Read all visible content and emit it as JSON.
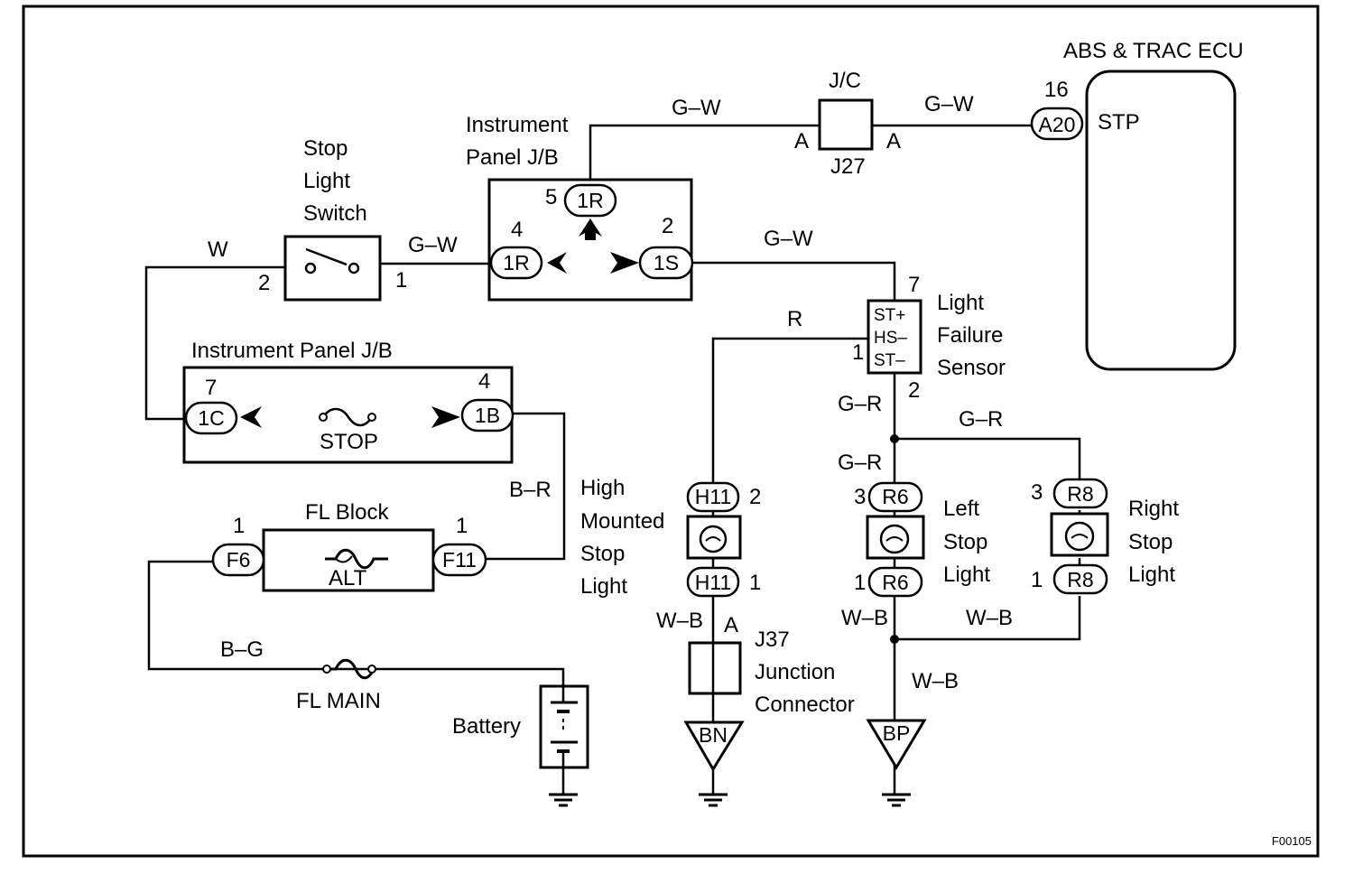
{
  "figure_id": "F00105",
  "components": {
    "ecu": {
      "title": "ABS & TRAC ECU",
      "pin": "STP",
      "pin_no": "16",
      "connector": "A20"
    },
    "jc": {
      "title": "J/C",
      "id": "J27",
      "left": "A",
      "right": "A"
    },
    "ipjb_top": {
      "line1": "Instrument",
      "line2": "Panel J/B",
      "c_top": "1R",
      "n_top": "5",
      "c_left": "1R",
      "n_left": "4",
      "c_right": "1S",
      "n_right": "2"
    },
    "switch": {
      "line1": "Stop",
      "line2": "Light",
      "line3": "Switch",
      "pin_left": "2",
      "pin_right": "1"
    },
    "ipjb_fuse": {
      "title": "Instrument Panel J/B",
      "c_left": "1C",
      "n_left": "7",
      "c_right": "1B",
      "n_right": "4",
      "fuse": "STOP"
    },
    "fl_block": {
      "title": "FL Block",
      "c_left": "F6",
      "n_left": "1",
      "c_right": "F11",
      "n_right": "1",
      "fuse": "ALT"
    },
    "fl_main": {
      "label": "FL MAIN"
    },
    "battery": {
      "label": "Battery"
    },
    "lfs": {
      "line1": "Light",
      "line2": "Failure",
      "line3": "Sensor",
      "t1": "ST+",
      "t2": "HS–",
      "t3": "ST–",
      "p_top": "7",
      "p_left": "1",
      "p_bottom": "2"
    },
    "hmsl": {
      "line1": "High",
      "line2": "Mounted",
      "line3": "Stop",
      "line4": "Light",
      "c": "H11",
      "p_top": "2",
      "p_bottom": "1"
    },
    "lsl": {
      "line1": "Left",
      "line2": "Stop",
      "line3": "Light",
      "c": "R6",
      "p_top": "3",
      "p_bottom": "1"
    },
    "rsl": {
      "line1": "Right",
      "line2": "Stop",
      "line3": "Light",
      "c": "R8",
      "p_top": "3",
      "p_bottom": "1"
    },
    "j37": {
      "line1": "J37",
      "line2": "Junction",
      "line3": "Connector",
      "pin": "A"
    },
    "ground_bn": "BN",
    "ground_bp": "BP"
  },
  "wires": {
    "gw_top_left": "G–W",
    "gw_top_right": "G–W",
    "w_switch": "W",
    "gw_switch": "G–W",
    "gw_lfs": "G–W",
    "r_hmsl": "R",
    "br": "B–R",
    "gr_down": "G–R",
    "gr_right": "G–R",
    "gr_left_lamp": "G–R",
    "wb_hmsl": "W–B",
    "wb_left": "W–B",
    "wb_right": "W–B",
    "wb_ground": "W–B",
    "bg": "B–G"
  }
}
